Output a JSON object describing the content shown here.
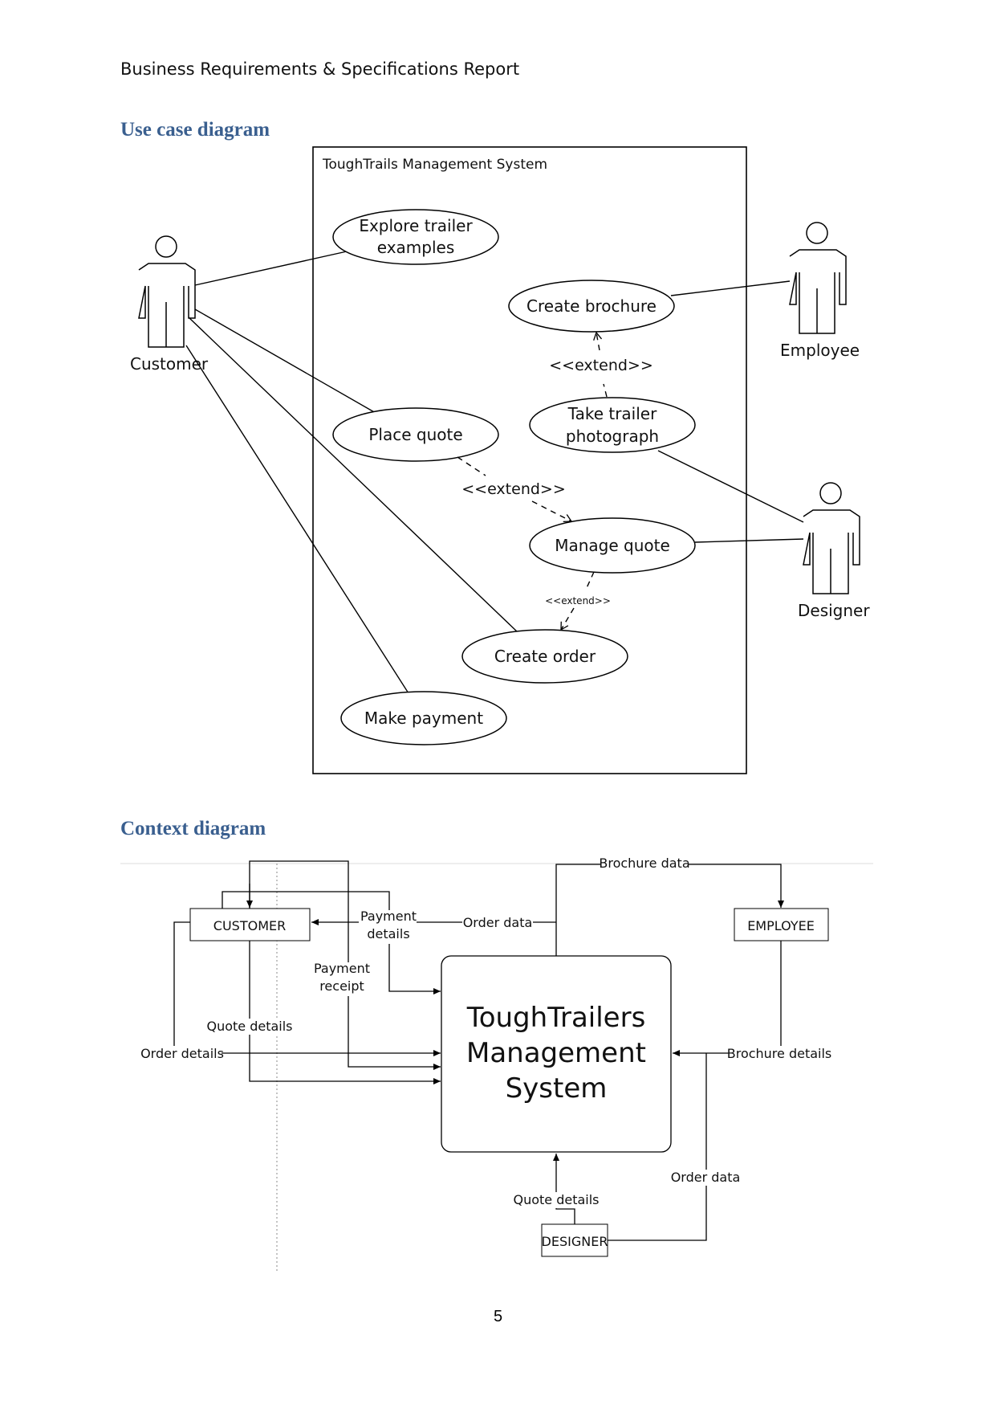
{
  "header": {
    "text": "Business Requirements & Specifications Report"
  },
  "use_case": {
    "title": "Use case diagram",
    "system_name": "ToughTrails Management System",
    "actors": {
      "customer": "Customer",
      "employee": "Employee",
      "designer": "Designer"
    },
    "use_cases": {
      "explore_line1": "Explore trailer",
      "explore_line2": "examples",
      "create_brochure": "Create brochure",
      "take_photo_line1": "Take trailer",
      "take_photo_line2": "photograph",
      "place_quote": "Place quote",
      "manage_quote": "Manage quote",
      "create_order": "Create order",
      "make_payment": "Make payment"
    },
    "relations": {
      "extend_brochure": "<<extend>>",
      "extend_quote": "<<extend>>",
      "extend_order": "<<extend>>"
    }
  },
  "context": {
    "title": "Context diagram",
    "entities": {
      "customer": "CUSTOMER",
      "employee": "EMPLOYEE",
      "designer": "DESIGNER"
    },
    "system_line1": "ToughTrailers",
    "system_line2": "Management",
    "system_line3": "System",
    "flows": {
      "brochure_data": "Brochure data",
      "payment_details_1": "Payment",
      "payment_details_2": "details",
      "order_data_top": "Order data",
      "payment_receipt_1": "Payment",
      "payment_receipt_2": "receipt",
      "quote_details_left": "Quote details",
      "order_details": "Order details",
      "brochure_details": "Brochure details",
      "order_data_bottom": "Order data",
      "quote_details_bottom": "Quote details"
    }
  },
  "page_number": "5"
}
